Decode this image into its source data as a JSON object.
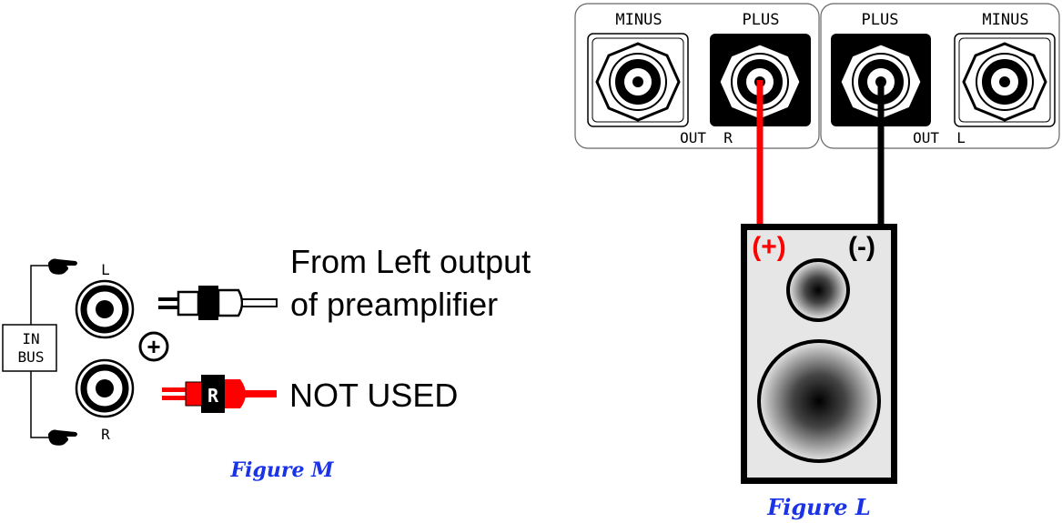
{
  "input_panel": {
    "bus_label_line1": "IN",
    "bus_label_line2": "BUS",
    "jack_left_label": "L",
    "jack_right_label": "R",
    "polarity_symbol": "+",
    "rca_plug_letter": "R",
    "left_source_line1": "From Left output",
    "left_source_line2": "of preamplifier",
    "not_used_label": "NOT USED",
    "figure_caption": "Figure M",
    "plug_colors": {
      "left_plug": "#000000",
      "right_plug": "#ff0000"
    }
  },
  "output_panel": {
    "right_channel": {
      "minus_label": "MINUS",
      "plus_label": "PLUS",
      "out_label": "OUT  R"
    },
    "left_channel": {
      "plus_label": "PLUS",
      "minus_label": "MINUS",
      "out_label": "OUT  L"
    }
  },
  "speaker": {
    "positive_label": "(+)",
    "negative_label": "(-)",
    "figure_caption": "Figure L",
    "wire_colors": {
      "positive": "#ff0000",
      "negative": "#000000"
    }
  },
  "icons": [
    "pointing-hand-icon",
    "rca-jack-icon",
    "binding-post-icon",
    "rca-plug-icon",
    "speaker-driver-icon"
  ],
  "caption_color": "#1a33e6"
}
